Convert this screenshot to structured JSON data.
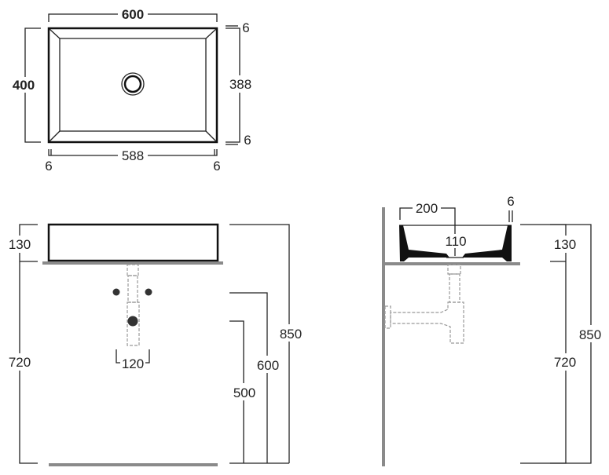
{
  "top_view": {
    "width": "600",
    "depth": "400",
    "inner_depth": "388",
    "inner_width": "588",
    "rim_top": "6",
    "rim_bottom": "6",
    "rim_left": "6",
    "rim_right": "6"
  },
  "front_view": {
    "basin_height": "130",
    "counter_height": "720",
    "total_height": "850",
    "valve_height": "600",
    "waste_height": "500",
    "valve_spacing": "120"
  },
  "side_view": {
    "half_width": "200",
    "rim": "6",
    "depth": "110",
    "basin_height": "130",
    "counter_height": "720",
    "total_height": "850"
  }
}
